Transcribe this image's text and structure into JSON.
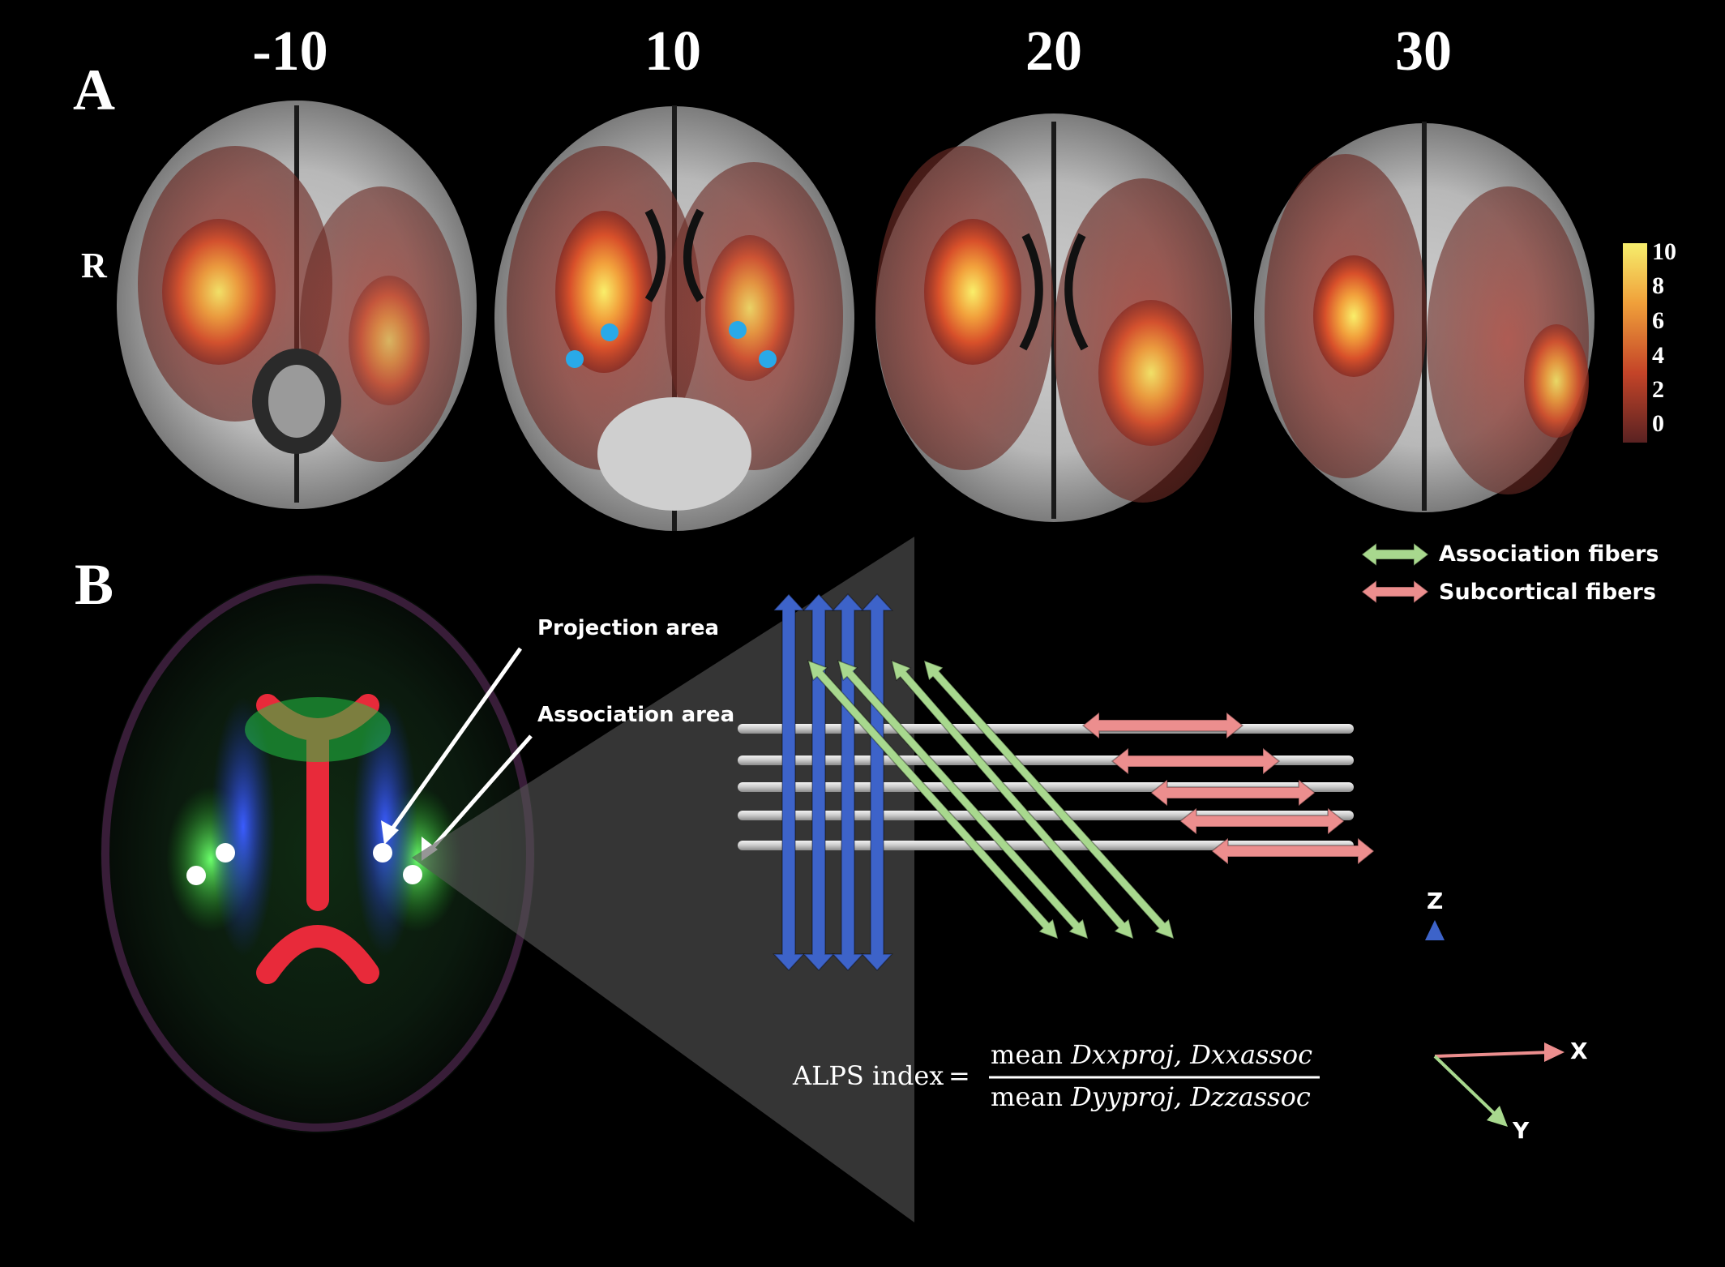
{
  "panel_a": {
    "letter": "A",
    "orientation_label": "R",
    "slice_labels": [
      "-10",
      "10",
      "20",
      "30"
    ],
    "colorbar": {
      "ticks": [
        "10",
        "8",
        "6",
        "4",
        "2",
        "0"
      ],
      "color_top": "#f6ee6c",
      "color_bottom": "#5a2222"
    }
  },
  "panel_b": {
    "letter": "B",
    "annotations": {
      "projection": "Projection area",
      "association": "Association area"
    },
    "legend": [
      {
        "label": "Association fibers",
        "color": "#a8d88e"
      },
      {
        "label": "Subcortical fibers",
        "color": "#ec8e8e"
      }
    ],
    "projection_fiber_color": "#3d63c9",
    "axes": {
      "z": "Z",
      "x": "X",
      "y": "Y",
      "z_color": "#3d63c9",
      "x_color": "#ec8e8e",
      "y_color": "#a8d88e"
    },
    "formula": {
      "lhs": "ALPS index",
      "eq": "=",
      "num_mean": "mean",
      "num_a": "Dxxproj,",
      "num_b": "Dxxassoc",
      "den_mean": "mean",
      "den_a": "Dyyproj,",
      "den_b": "Dzzassoc"
    }
  }
}
